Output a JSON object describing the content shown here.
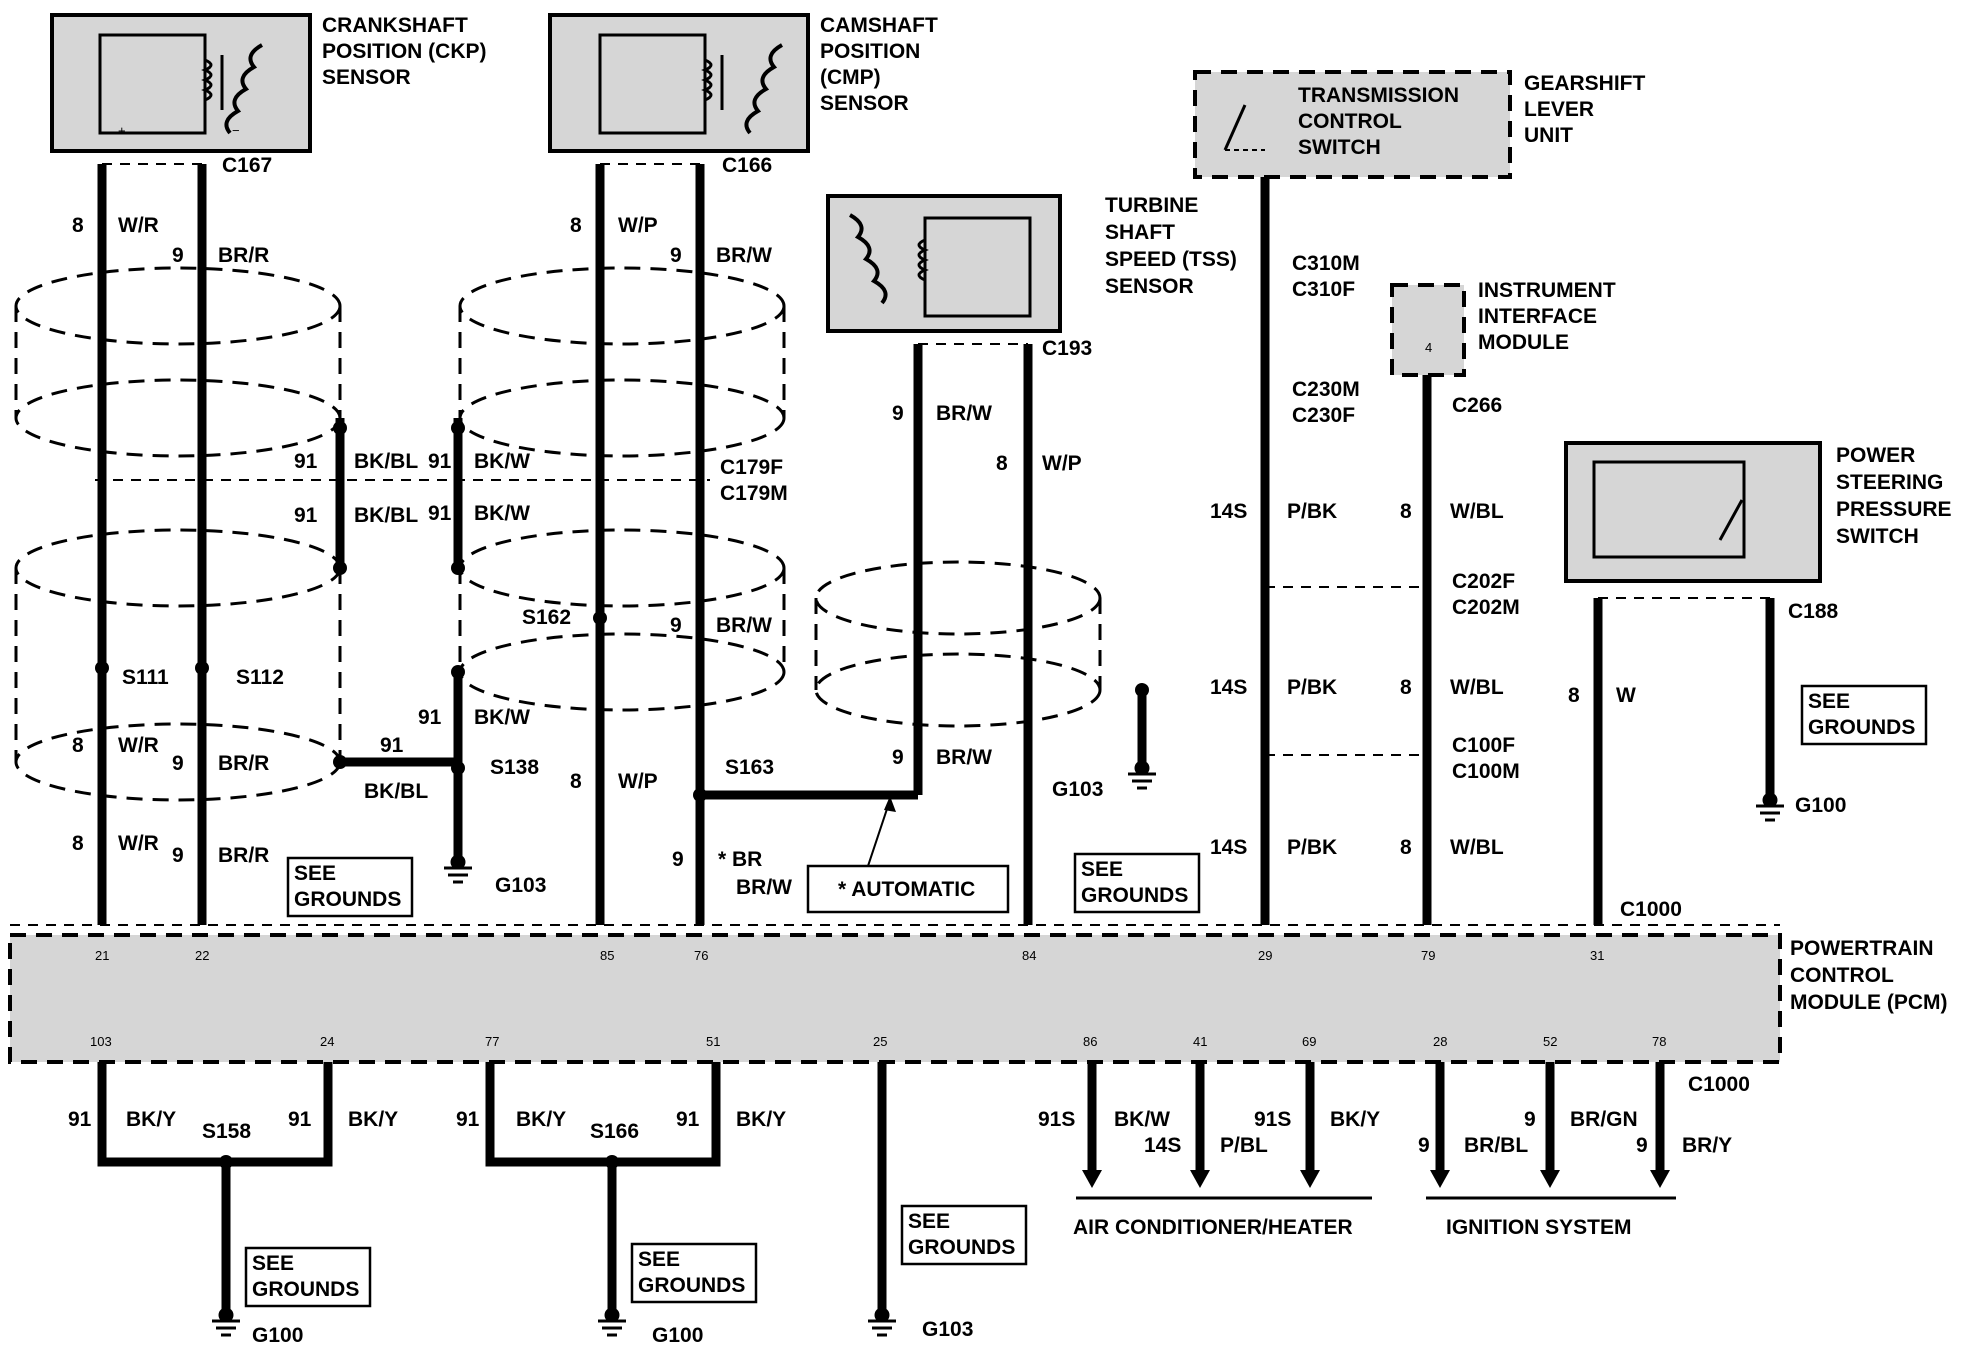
{
  "components": {
    "ckp": [
      "CRANKSHAFT",
      "POSITION (CKP)",
      "SENSOR"
    ],
    "cmp": [
      "CAMSHAFT",
      "POSITION",
      "(CMP)",
      "SENSOR"
    ],
    "tss": [
      "TURBINE",
      "SHAFT",
      "SPEED (TSS)",
      "SENSOR"
    ],
    "gearshift": [
      "GEARSHIFT",
      "LEVER",
      "UNIT"
    ],
    "tcs": [
      "TRANSMISSION",
      "CONTROL",
      "SWITCH"
    ],
    "iim": [
      "INSTRUMENT",
      "INTERFACE",
      "MODULE"
    ],
    "iim_pin": "4",
    "psps": [
      "POWER",
      "STEERING",
      "PRESSURE",
      "SWITCH"
    ],
    "pcm": [
      "POWERTRAIN",
      "CONTROL",
      "MODULE (PCM)"
    ]
  },
  "connectors": {
    "c167": "C167",
    "c166": "C166",
    "c193": "C193",
    "c310m": "C310M",
    "c310f": "C310F",
    "c230m": "C230M",
    "c230f": "C230F",
    "c266": "C266",
    "c179f": "C179F",
    "c179m": "C179M",
    "c202f": "C202F",
    "c202m": "C202M",
    "c100f": "C100F",
    "c100m": "C100M",
    "c188": "C188",
    "c1000_top": "C1000",
    "c1000_bottom": "C1000"
  },
  "splices": {
    "s111": "S111",
    "s112": "S112",
    "s162": "S162",
    "s138": "S138",
    "s163": "S163",
    "s158": "S158",
    "s166": "S166"
  },
  "grounds": {
    "g103_a": "G103",
    "g103_b": "G103",
    "g103_c": "G103",
    "g100_a": "G100",
    "g100_b": "G100",
    "g100_c": "G100"
  },
  "notes": {
    "see_grounds": [
      "SEE",
      "GROUNDS"
    ],
    "automatic": "* AUTOMATIC",
    "ac_heater": "AIR CONDITIONER/HEATER",
    "ignition": "IGNITION SYSTEM"
  },
  "wire_labels": {
    "ckp_8_a": "8",
    "ckp_wr_a": "W/R",
    "ckp_9_a": "9",
    "ckp_brr_a": "BR/R",
    "sh91_a": "91",
    "sh_bkbl_a": "BK/BL",
    "sh91_b": "91",
    "sh_bkbl_b": "BK/BL",
    "sh91_c": "91",
    "sh_bkw_c": "BK/W",
    "sh91_d": "91",
    "sh_bkw_d": "BK/W",
    "ckp_8_b": "8",
    "ckp_wr_b": "W/R",
    "ckp_9_b": "9",
    "ckp_brr_b": "BR/R",
    "s138_91": "91",
    "s138_bkbl": "BK/BL",
    "s138_91b": "91",
    "s138_bkw": "BK/W",
    "ckp_8_c": "8",
    "ckp_wr_c": "W/R",
    "ckp_9_c": "9",
    "ckp_brr_c": "BR/R",
    "cmp_8_a": "8",
    "cmp_wp_a": "W/P",
    "cmp_9_a": "9",
    "cmp_brw_a": "BR/W",
    "cmp_9_b": "9",
    "cmp_brw_b": "BR/W",
    "cmp_8_c": "8",
    "cmp_wp_c": "W/P",
    "cmp_9_c": "9",
    "cmp_br_star": "* BR",
    "cmp_brw_c": "BR/W",
    "tss_9_a": "9",
    "tss_brw_a": "BR/W",
    "tss_8": "8",
    "tss_wp": "W/P",
    "tss_9_b": "9",
    "tss_brw_b": "BR/W",
    "tcs_14s_a": "14S",
    "tcs_pbk_a": "P/BK",
    "tcs_14s_b": "14S",
    "tcs_pbk_b": "P/BK",
    "tcs_14s_c": "14S",
    "tcs_pbk_c": "P/BK",
    "iim_8_a": "8",
    "iim_wbl_a": "W/BL",
    "iim_8_b": "8",
    "iim_wbl_b": "W/BL",
    "iim_8_c": "8",
    "iim_wbl_c": "W/BL",
    "ps_8": "8",
    "ps_w": "W",
    "b91_a": "91",
    "b_bky_a": "BK/Y",
    "b91_b": "91",
    "b_bky_b": "BK/Y",
    "b91_c": "91",
    "b_bky_c": "BK/Y",
    "b91_d": "91",
    "b_bky_d": "BK/Y",
    "ac_91s_a": "91S",
    "ac_bkw": "BK/W",
    "ac_14s": "14S",
    "ac_pbl": "P/BL",
    "ac_91s_b": "91S",
    "ac_bky": "BK/Y",
    "ig_9_a": "9",
    "ig_brbl": "BR/BL",
    "ig_9_b": "9",
    "ig_brgn": "BR/GN",
    "ig_9_c": "9",
    "ig_bry": "BR/Y"
  },
  "pcm_pins": {
    "top": [
      "21",
      "22",
      "85",
      "76",
      "84",
      "29",
      "79",
      "31"
    ],
    "bottom": [
      "103",
      "24",
      "77",
      "51",
      "25",
      "86",
      "41",
      "69",
      "28",
      "52",
      "78"
    ]
  }
}
